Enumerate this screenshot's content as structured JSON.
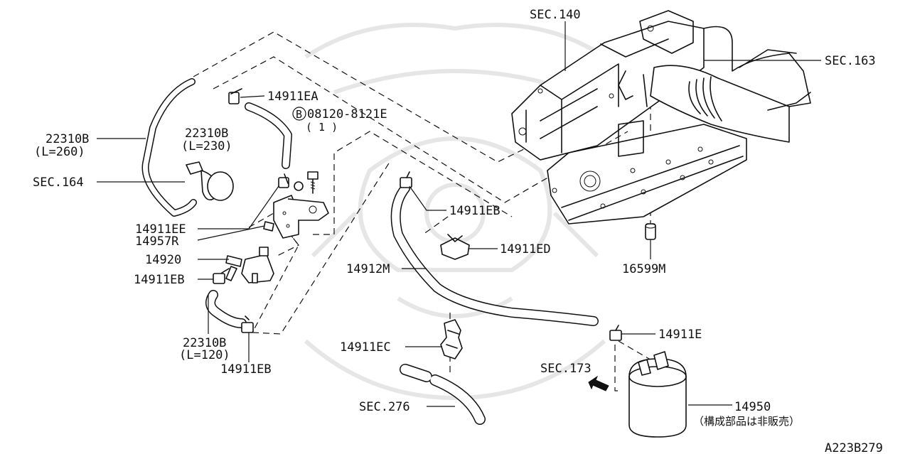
{
  "diagram": {
    "labels": {
      "sec140": "SEC.140",
      "sec163": "SEC.163",
      "sec164": "SEC.164",
      "sec173": "SEC.173",
      "sec276": "SEC.276",
      "p14911EA": "14911EA",
      "bolt_code": "08120-8121E",
      "bolt_marker": "B",
      "bolt_qty": "( 1 )",
      "p22310B_a": "22310B",
      "p22310B_a_len": "(L=260)",
      "p22310B_b": "22310B",
      "p22310B_b_len": "(L=230)",
      "p22310B_c": "22310B",
      "p22310B_c_len": "(L=120)",
      "p14911EE": "14911EE",
      "p14957R": "14957R",
      "p14920": "14920",
      "p14911EB_1": "14911EB",
      "p14911EB_2": "14911EB",
      "p14911EB_3": "14911EB",
      "p14911ED": "14911ED",
      "p14912M": "14912M",
      "p14911EC": "14911EC",
      "p14911E": "14911E",
      "p16599M": "16599M",
      "p14950": "14950",
      "p14950_note": "（構成部品は非販売）",
      "diagram_id": "A223B279"
    }
  }
}
